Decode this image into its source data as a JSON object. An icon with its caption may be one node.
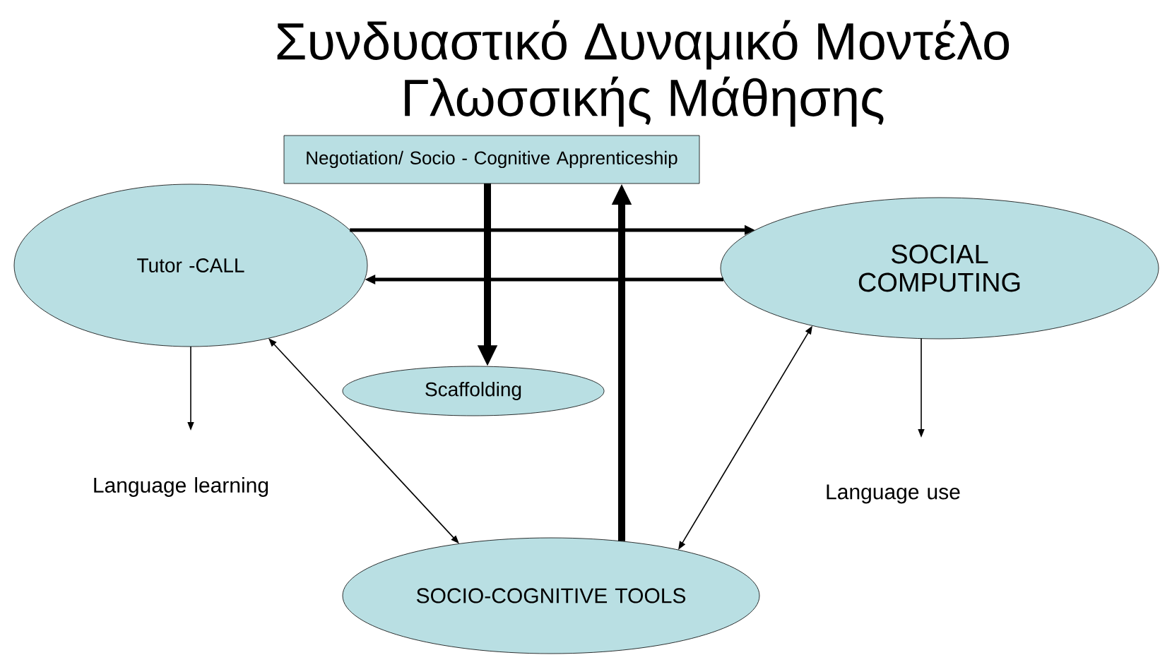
{
  "diagram": {
    "title": "Συνδυαστικό Δυναμικό Μοντέλο Γλωσσικής Μάθησης",
    "nodes": [
      {
        "text": [
          "Negotiation/ Socio - Cognitive Apprenticeship"
        ]
      },
      {
        "text": [
          "Tutor -CALL"
        ]
      },
      {
        "text": [
          "SOCIAL COMPUTING"
        ]
      },
      {
        "text": [
          "Scaffolding"
        ]
      },
      {
        "text": [
          "SOCIO-COGNITIVE TOOLS"
        ]
      },
      {
        "text": [
          "Language learning"
        ]
      },
      {
        "text": [
          "Language use"
        ]
      }
    ],
    "edges": [
      {
        "from": 0,
        "to": 3,
        "arrow": "to",
        "style": "thick"
      },
      {
        "from": 4,
        "to": 0,
        "arrow": "to",
        "style": "thick"
      },
      {
        "from": 1,
        "to": 2,
        "arrow": "to",
        "style": "thick"
      },
      {
        "from": 2,
        "to": 1,
        "arrow": "to",
        "style": "thick"
      },
      {
        "from": 1,
        "to": 5,
        "arrow": "to"
      },
      {
        "from": 2,
        "to": 6,
        "arrow": "to"
      },
      {
        "from": 1,
        "to": 4,
        "arrow": "both"
      },
      {
        "from": 4,
        "to": 2,
        "arrow": "both"
      }
    ]
  }
}
